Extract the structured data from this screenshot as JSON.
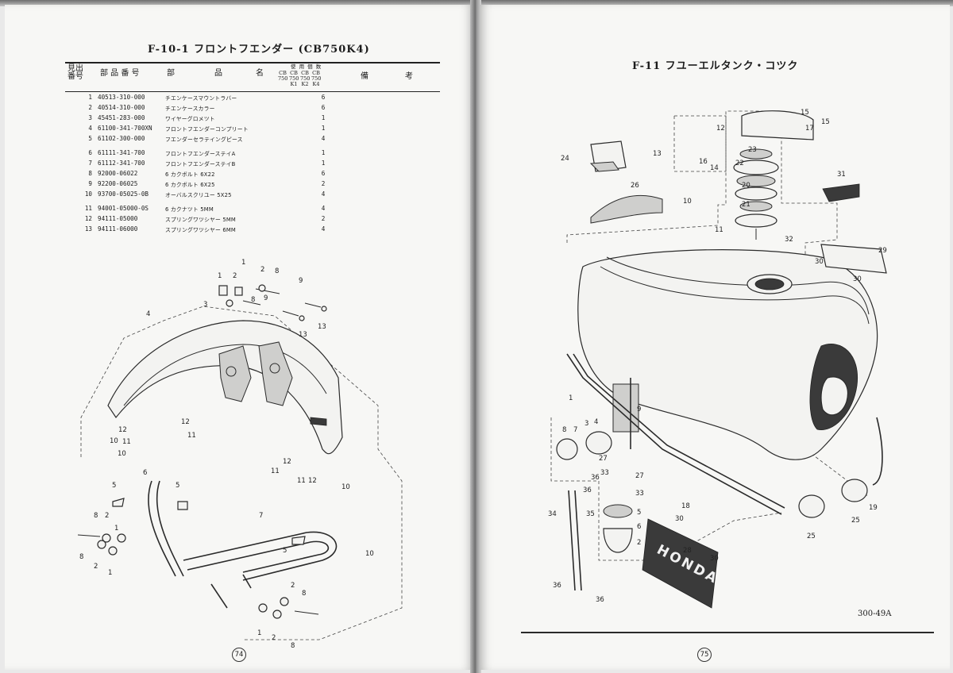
{
  "left_page": {
    "title": "F-10-1 フロントフエンダー (CB750K4)",
    "table": {
      "headers": {
        "ref_no": "見出\n番号",
        "part_no": "部 品 番 号",
        "name_a": "部",
        "name_b": "品",
        "name_c": "名",
        "qty_head": "使 用 個 数",
        "models": [
          "CB\n750",
          "CB\n750\nK1",
          "CB\n750\nK2",
          "CB\n750\nK4"
        ],
        "remarks_a": "備",
        "remarks_b": "考"
      },
      "rows": [
        {
          "no": "1",
          "part_no": "40513-310-000",
          "name": "チエンケースマウントラバー",
          "qty": "6"
        },
        {
          "no": "2",
          "part_no": "40514-310-000",
          "name": "チエンケースカラー",
          "qty": "6"
        },
        {
          "no": "3",
          "part_no": "45451-283-000",
          "name": "ワイヤーグロメツト",
          "qty": "1"
        },
        {
          "no": "4",
          "part_no": "61100-341-700XN",
          "name": "フロントフエンダーコンプリート",
          "qty": "1"
        },
        {
          "no": "5",
          "part_no": "61102-300-000",
          "name": "フエンダーセラテイングピース",
          "qty": "4"
        },
        {
          "no": "6",
          "part_no": "61111-341-700",
          "name": "フロントフエンダーステイA",
          "qty": "1"
        },
        {
          "no": "7",
          "part_no": "61112-341-700",
          "name": "フロントフエンダーステイB",
          "qty": "1"
        },
        {
          "no": "8",
          "part_no": "92000-06022",
          "name": "6 カクボルト 6X22",
          "qty": "6"
        },
        {
          "no": "9",
          "part_no": "92200-06025",
          "name": "6 カクボルト 6X25",
          "qty": "2"
        },
        {
          "no": "10",
          "part_no": "93700-05025-0B",
          "name": "オーバルスクリユー 5X25",
          "qty": "4"
        },
        {
          "no": "11",
          "part_no": "94001-05000-0S",
          "name": "6 カクナツト 5MM",
          "qty": "4"
        },
        {
          "no": "12",
          "part_no": "94111-05000",
          "name": "スプリングワツシヤー 5MM",
          "qty": "2"
        },
        {
          "no": "13",
          "part_no": "94111-06000",
          "name": "スプリングワツシヤー 6MM",
          "qty": "4"
        }
      ]
    },
    "callouts": [
      "1",
      "2",
      "3",
      "4",
      "5",
      "6",
      "7",
      "8",
      "9",
      "10",
      "11",
      "12",
      "13"
    ],
    "page_number": "74"
  },
  "right_page": {
    "title": "F-11 フユーエルタンク・コツク",
    "callouts": [
      "1",
      "2",
      "3",
      "4",
      "5",
      "6",
      "7",
      "8",
      "9",
      "10",
      "11",
      "12",
      "13",
      "14",
      "15",
      "16",
      "17",
      "18",
      "19",
      "20",
      "21",
      "22",
      "23",
      "24",
      "25",
      "26",
      "27",
      "28",
      "29",
      "30",
      "31",
      "32",
      "33",
      "34",
      "35",
      "36"
    ],
    "emblem_text": "HONDA",
    "doc_code": "300-49A",
    "page_number": "75"
  }
}
